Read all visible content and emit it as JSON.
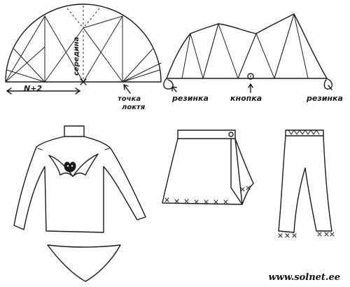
{
  "labels": {
    "seam_allowance": "N+2",
    "middle": "середина",
    "elbow_point_line1": "точка",
    "elbow_point_line2": "локтя",
    "elastic_left": "резинка",
    "button": "кнопка",
    "elastic_right": "резинка"
  },
  "watermark": "www.solnet.ee"
}
